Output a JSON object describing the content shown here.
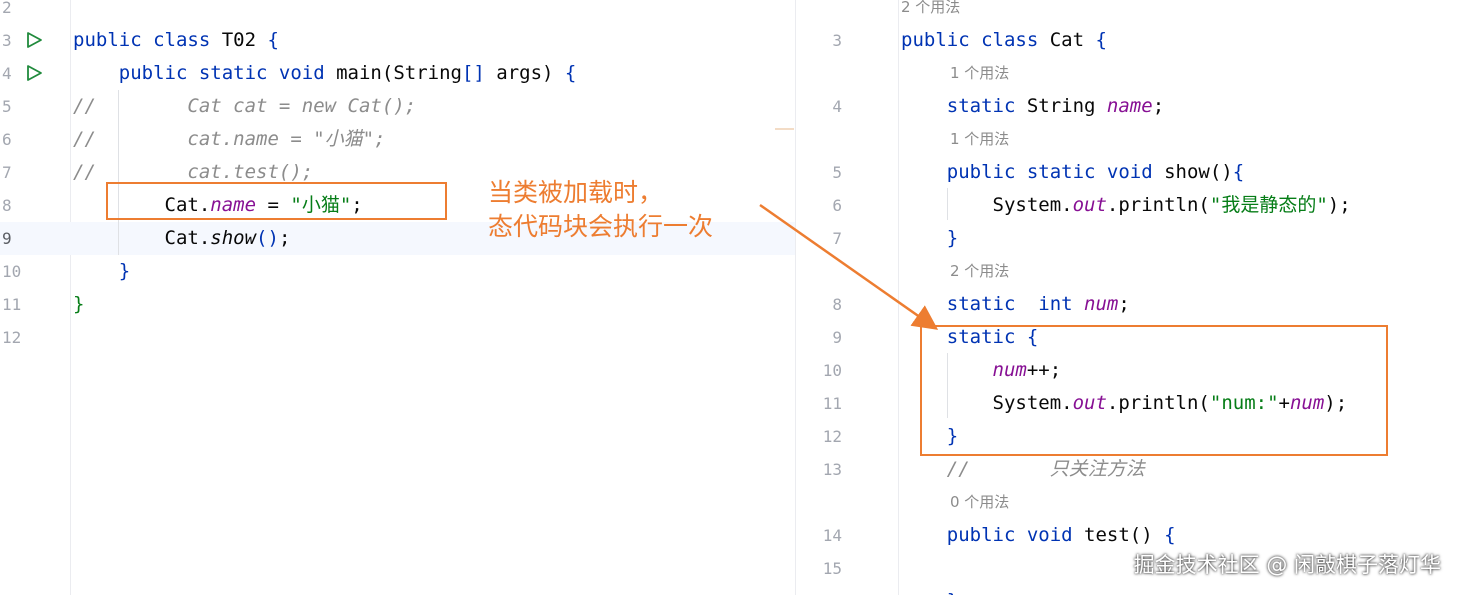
{
  "left_editor": {
    "lines": [
      {
        "num": "2",
        "tokens": []
      },
      {
        "num": "3",
        "run": true,
        "tokens": [
          [
            "kw",
            "public class "
          ],
          [
            "plain",
            "T02 "
          ],
          [
            "brk",
            "{"
          ]
        ]
      },
      {
        "num": "4",
        "run": true,
        "tokens": [
          [
            "plain",
            "    "
          ],
          [
            "kw",
            "public static void "
          ],
          [
            "plain",
            "main("
          ],
          [
            "plain",
            "String"
          ],
          [
            "brk",
            "[] "
          ],
          [
            "plain",
            "args) "
          ],
          [
            "brk",
            "{"
          ]
        ]
      },
      {
        "num": "5",
        "tokens": [
          [
            "cmt",
            "//        Cat cat = new Cat();"
          ]
        ]
      },
      {
        "num": "6",
        "tokens": [
          [
            "cmt",
            "//        cat.name = \"小猫\";"
          ]
        ]
      },
      {
        "num": "7",
        "tokens": [
          [
            "cmt",
            "//        cat.test();"
          ]
        ]
      },
      {
        "num": "8",
        "tokens": [
          [
            "plain",
            "        Cat."
          ],
          [
            "fld",
            "name"
          ],
          [
            "plain",
            " = "
          ],
          [
            "str",
            "\"小猫\""
          ],
          [
            "plain",
            ";"
          ]
        ]
      },
      {
        "num": "9",
        "current": true,
        "tokens": [
          [
            "plain",
            "        Cat."
          ],
          [
            "fldi",
            "show"
          ],
          [
            "brk",
            "()"
          ],
          [
            "plain",
            ";"
          ]
        ]
      },
      {
        "num": "10",
        "tokens": [
          [
            "plain",
            "    "
          ],
          [
            "brk",
            "}"
          ]
        ]
      },
      {
        "num": "11",
        "tokens": [
          [
            "str",
            "}"
          ]
        ]
      },
      {
        "num": "12",
        "tokens": []
      }
    ]
  },
  "annotation": {
    "line1": "当类被加载时，",
    "line2": "态代码块会执行一次",
    "color": "#ed7d31"
  },
  "right_editor": {
    "rows": [
      {
        "type": "hint",
        "text": "2 个用法",
        "indent": 0
      },
      {
        "type": "code",
        "num": "3",
        "tokens": [
          [
            "kw",
            "public class "
          ],
          [
            "plain",
            "Cat "
          ],
          [
            "brk",
            "{"
          ]
        ]
      },
      {
        "type": "hint",
        "text": "1 个用法",
        "indent": 1
      },
      {
        "type": "code",
        "num": "4",
        "tokens": [
          [
            "plain",
            "    "
          ],
          [
            "kw",
            "static "
          ],
          [
            "plain",
            "String "
          ],
          [
            "fld",
            "name"
          ],
          [
            "plain",
            ";"
          ]
        ]
      },
      {
        "type": "hint",
        "text": "1 个用法",
        "indent": 1
      },
      {
        "type": "code",
        "num": "5",
        "tokens": [
          [
            "plain",
            "    "
          ],
          [
            "kw",
            "public static void "
          ],
          [
            "plain",
            "show()"
          ],
          [
            "brk",
            "{"
          ]
        ]
      },
      {
        "type": "code",
        "num": "6",
        "tokens": [
          [
            "plain",
            "        System."
          ],
          [
            "fld",
            "out"
          ],
          [
            "plain",
            ".println("
          ],
          [
            "str",
            "\"我是静态的\""
          ],
          [
            "plain",
            ");"
          ]
        ]
      },
      {
        "type": "code",
        "num": "7",
        "tokens": [
          [
            "plain",
            "    "
          ],
          [
            "brk",
            "}"
          ]
        ]
      },
      {
        "type": "hint",
        "text": "2 个用法",
        "indent": 1
      },
      {
        "type": "code",
        "num": "8",
        "tokens": [
          [
            "plain",
            "    "
          ],
          [
            "kw",
            "static  int "
          ],
          [
            "fld",
            "num"
          ],
          [
            "plain",
            ";"
          ]
        ]
      },
      {
        "type": "code",
        "num": "9",
        "tokens": [
          [
            "plain",
            "    "
          ],
          [
            "kw",
            "static "
          ],
          [
            "brk",
            "{"
          ]
        ]
      },
      {
        "type": "code",
        "num": "10",
        "tokens": [
          [
            "plain",
            "        "
          ],
          [
            "fld",
            "num"
          ],
          [
            "plain",
            "++;"
          ]
        ]
      },
      {
        "type": "code",
        "num": "11",
        "tokens": [
          [
            "plain",
            "        System."
          ],
          [
            "fld",
            "out"
          ],
          [
            "plain",
            ".println("
          ],
          [
            "str",
            "\"num:\""
          ],
          [
            "plain",
            "+"
          ],
          [
            "fld",
            "num"
          ],
          [
            "plain",
            ");"
          ]
        ]
      },
      {
        "type": "code",
        "num": "12",
        "tokens": [
          [
            "plain",
            "    "
          ],
          [
            "brk",
            "}"
          ]
        ]
      },
      {
        "type": "code",
        "num": "13",
        "tokens": [
          [
            "cmt",
            "    //       只关注方法"
          ]
        ]
      },
      {
        "type": "hint",
        "text": "0 个用法",
        "indent": 1
      },
      {
        "type": "code",
        "num": "14",
        "tokens": [
          [
            "plain",
            "    "
          ],
          [
            "kw",
            "public void "
          ],
          [
            "plain",
            "test() "
          ],
          [
            "brk",
            "{"
          ]
        ]
      },
      {
        "type": "code",
        "num": "15",
        "tokens": []
      },
      {
        "type": "code",
        "num": "",
        "tokens": [
          [
            "plain",
            "    "
          ],
          [
            "brk",
            "}"
          ]
        ]
      }
    ]
  },
  "watermark": "掘金技术社区 @ 闲敲棋子落灯华"
}
